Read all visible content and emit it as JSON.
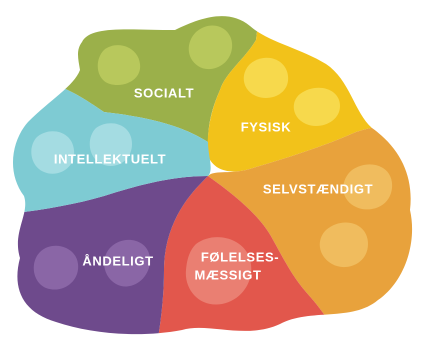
{
  "diagram": {
    "regions": [
      {
        "id": "socialt",
        "label": "SOCIALT",
        "color": "#9BB04A",
        "spot_color": "#B8C85C"
      },
      {
        "id": "fysisk",
        "label": "FYSISK",
        "color": "#F2C21A",
        "spot_color": "#F7D94C"
      },
      {
        "id": "selvstaendigt",
        "label": "SELVSTÆNDIGT",
        "color": "#E8A23C",
        "spot_color": "#F0BC5E"
      },
      {
        "id": "folelsesmaessigt",
        "label_line1": "FØLELSES-",
        "label_line2": "MÆSSIGT",
        "color": "#E2574C",
        "spot_color": "#EA7F72"
      },
      {
        "id": "andeligt",
        "label": "ÅNDELIGT",
        "color": "#6E4A8C",
        "spot_color": "#8A66A6"
      },
      {
        "id": "intellektuelt",
        "label": "INTELLEKTUELT",
        "color": "#7ECBD3",
        "spot_color": "#A4DCE2"
      }
    ]
  }
}
